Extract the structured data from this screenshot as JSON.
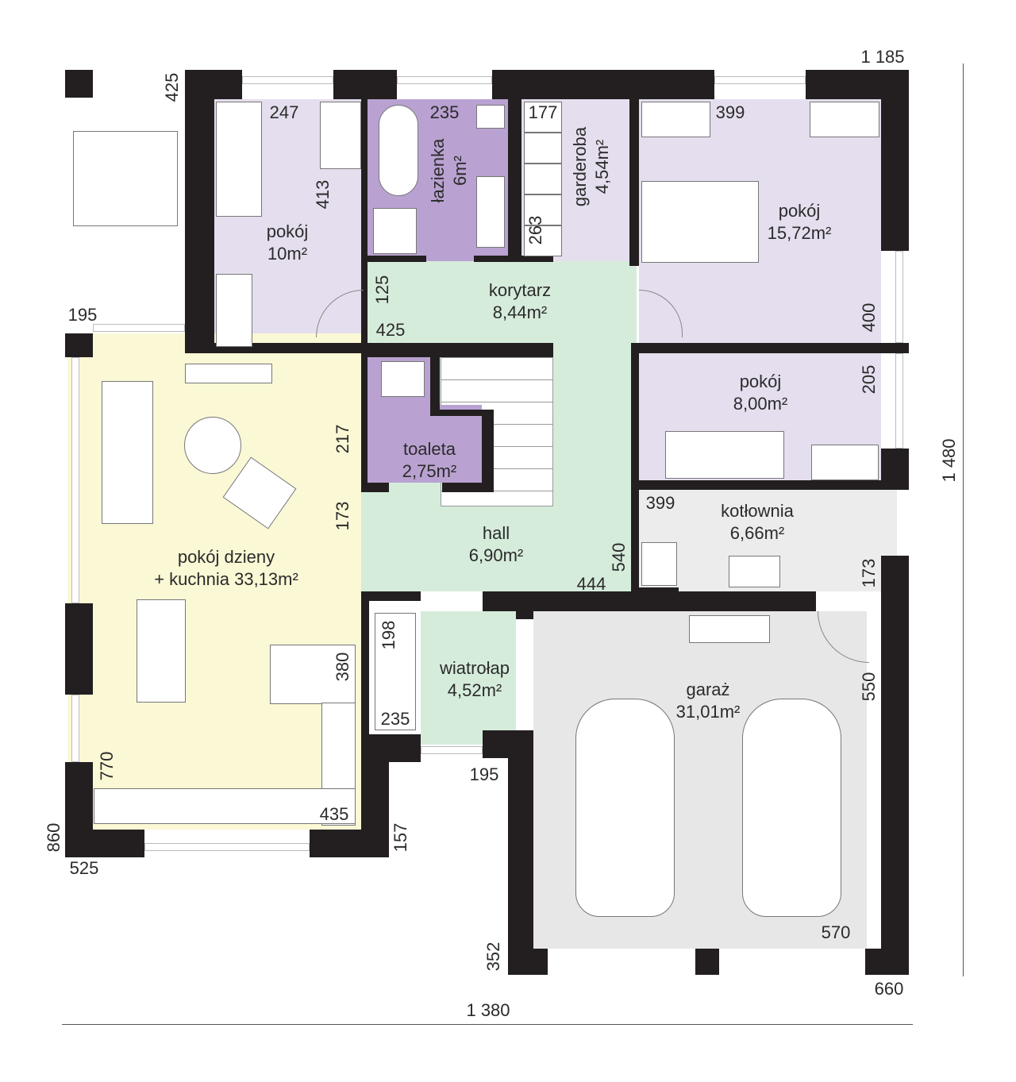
{
  "rooms": [
    {
      "name": "pokój",
      "area": "10m²"
    },
    {
      "name": "łazienka",
      "area": "6m²"
    },
    {
      "name": "garderoba",
      "area": "4,54m²"
    },
    {
      "name": "pokój",
      "area": "15,72m²"
    },
    {
      "name": "korytarz",
      "area": "8,44m²"
    },
    {
      "name": "pokój",
      "area": "8,00m²"
    },
    {
      "name": "toaleta",
      "area": "2,75m²"
    },
    {
      "name": "kotłownia",
      "area": "6,66m²"
    },
    {
      "name": "hall",
      "area": "6,90m²"
    },
    {
      "name": "pokój dzieny",
      "area": "+ kuchnia 33,13m²"
    },
    {
      "name": "wiatrołap",
      "area": "4,52m²"
    },
    {
      "name": "garaż",
      "area": "31,01m²"
    }
  ],
  "dimensions": [
    "1 185",
    "425",
    "247",
    "413",
    "235",
    "177",
    "263",
    "399",
    "400",
    "125",
    "425",
    "195",
    "217",
    "173",
    "205",
    "399",
    "540",
    "444",
    "173",
    "1 480",
    "198",
    "235",
    "380",
    "195",
    "550",
    "770",
    "435",
    "157",
    "860",
    "525",
    "352",
    "570",
    "660",
    "1 380"
  ],
  "colors": {
    "wall": "#231f20",
    "bedroom": "#e5deee",
    "bath": "#b9a2d1",
    "hall": "#d6ecdb",
    "living": "#fbf8d6",
    "garage": "#e7e7e7",
    "boiler": "#ececec"
  }
}
